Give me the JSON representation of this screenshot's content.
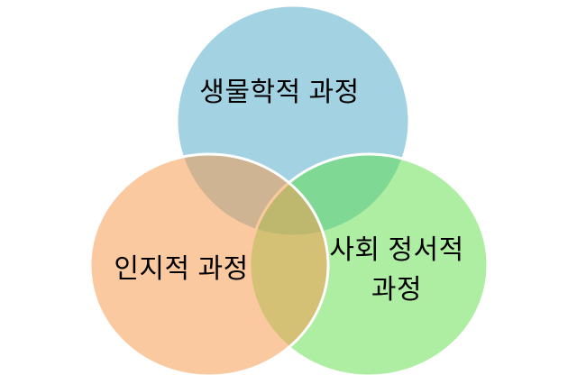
{
  "page": {
    "background": "#FFFFFF"
  },
  "venn": {
    "type": "venn-diagram",
    "stroke_color": "#FFFFFF",
    "stroke_width": 3,
    "circles": [
      {
        "name": "biological-process",
        "position": "top",
        "label": "생물학적 과정",
        "fill": "rgba(163,211,227,1)",
        "base_hex": "#A3D3E3"
      },
      {
        "name": "social-emotional-process",
        "position": "bottom-right",
        "label": "사회 정서적\n과정",
        "fill": "rgba(93,221,71,0.5)",
        "base_hex": "#ACEDA0"
      },
      {
        "name": "cognitive-process",
        "position": "bottom-left",
        "label": "인지적 과정",
        "fill": "rgba(246,153,76,0.53)",
        "base_hex": "#FAC99F"
      }
    ],
    "overlap_hex": {
      "biological_cognitive": "#CFB593",
      "biological_social": "#81D794",
      "cognitive_social": "#D3BE6C",
      "all_three": "#B5AC74"
    }
  }
}
